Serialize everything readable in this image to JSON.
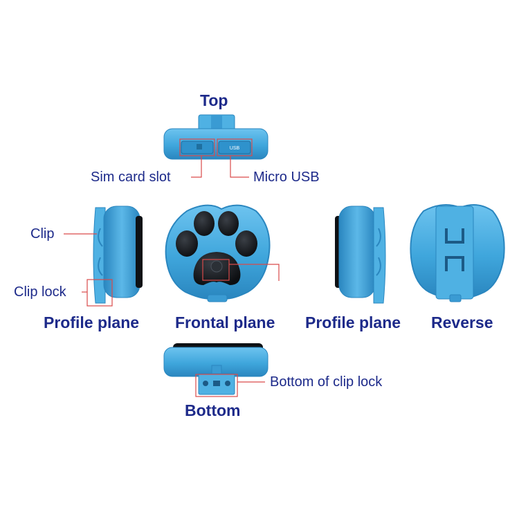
{
  "colors": {
    "device_blue": "#3fa6dc",
    "device_blue_dark": "#2a86bf",
    "device_blue_light": "#6dc3ef",
    "pad_black": "#111418",
    "leader_red": "#d94a4a",
    "label_navy": "#1d2a8a"
  },
  "views": {
    "top_title": "Top",
    "profile_left_title": "Profile plane",
    "frontal_title": "Frontal plane",
    "profile_right_title": "Profile plane",
    "reverse_title": "Reverse",
    "bottom_title": "Bottom"
  },
  "callouts": {
    "sim_card_slot": "Sim card slot",
    "micro_usb": "Micro USB",
    "clip": "Clip",
    "clip_lock": "Clip lock",
    "bottom_of_clip_lock": "Bottom of clip lock"
  },
  "port_text": {
    "usb": "USB"
  }
}
